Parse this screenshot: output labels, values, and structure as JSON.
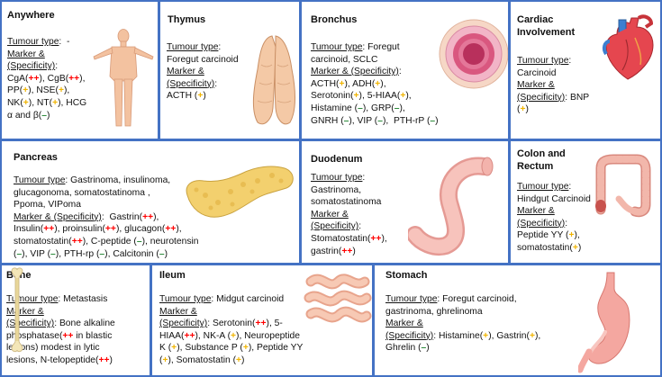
{
  "labels": {
    "tumour_type": "Tumour type",
    "marker": "Marker & (Specificity)"
  },
  "legend_symbols": {
    "high": "++",
    "moderate": "+",
    "negative": "–"
  },
  "colors": {
    "border": "#4472c4",
    "high": "#ff0000",
    "moderate": "#f0b400",
    "negative": "#2e8b3d"
  },
  "organs": {
    "anywhere": {
      "title": "Anywhere",
      "tumour": "-",
      "markers": [
        [
          "CgA",
          "++"
        ],
        [
          "CgB",
          "++"
        ],
        [
          "PP",
          "+"
        ],
        [
          "NSE",
          "+"
        ],
        [
          "NK",
          "+"
        ],
        [
          "NT",
          "+"
        ],
        [
          "HCG α and β",
          "–"
        ]
      ]
    },
    "thymus": {
      "title": "Thymus",
      "tumour": "Foregut carcinoid",
      "markers": [
        [
          "ACTH",
          "+"
        ]
      ]
    },
    "bronchus": {
      "title": "Bronchus",
      "tumour": "Foregut carcinoid, SCLC",
      "markers": [
        [
          "ACTH",
          "+"
        ],
        [
          "ADH",
          "+"
        ],
        [
          "Serotonin",
          "+"
        ],
        [
          "5-HIAA",
          "+"
        ],
        [
          "Histamine",
          "–"
        ],
        [
          "GRP",
          "–"
        ],
        [
          "GNRH",
          "–"
        ],
        [
          "VIP",
          "–"
        ],
        [
          "PTH-rP",
          "–"
        ]
      ]
    },
    "cardiac": {
      "title": "Cardiac Involvement",
      "tumour": "Carcinoid",
      "markers": [
        [
          "BNP",
          "+"
        ]
      ]
    },
    "pancreas": {
      "title": "Pancreas",
      "tumour": "Gastrinoma, insulinoma, glucagonoma, somatostatinoma , Ppoma, VIPoma",
      "markers": [
        [
          "Gastrin",
          "++"
        ],
        [
          "Insulin",
          "++"
        ],
        [
          "proinsulin",
          "++"
        ],
        [
          "glucagon",
          "++"
        ],
        [
          "stomatostatin",
          "++"
        ],
        [
          "C-peptide",
          "–"
        ],
        [
          "neurotensin",
          "–"
        ],
        [
          "VIP",
          "–"
        ],
        [
          "PTH-rp",
          "–"
        ],
        [
          "Calcitonin",
          "–"
        ]
      ]
    },
    "duodenum": {
      "title": "Duodenum",
      "tumour": "Gastrinoma, somatostatinoma",
      "markers": [
        [
          "Stomatostatin",
          "++"
        ],
        [
          "gastrin",
          "++"
        ]
      ]
    },
    "colon": {
      "title": "Colon and Rectum",
      "tumour": "Hindgut Carcinoid",
      "markers": [
        [
          "Peptide YY",
          "+"
        ],
        [
          "somatostatin",
          "+"
        ]
      ]
    },
    "bone": {
      "title": "Bone",
      "tumour": "Metastasis",
      "markers": [
        [
          "Bone alkaline phosphatase",
          "++",
          "in blastic lesions) modest in lytic lesions"
        ],
        [
          "N-telopeptide",
          "++"
        ]
      ]
    },
    "ileum": {
      "title": "Ileum",
      "tumour": "Midgut carcinoid",
      "markers": [
        [
          "Serotonin",
          "++"
        ],
        [
          "5-HIAA",
          "++"
        ],
        [
          "NK-A",
          "+"
        ],
        [
          "Neuropeptide K",
          "+"
        ],
        [
          "Substance P",
          "+"
        ],
        [
          "Peptide YY",
          "+"
        ],
        [
          "Somatostatin",
          "+"
        ]
      ]
    },
    "stomach": {
      "title": "Stomach",
      "tumour": "Foregut carcinoid, gastrinoma, ghrelinoma",
      "markers": [
        [
          "Histamine",
          "+"
        ],
        [
          "Gastrin",
          "+"
        ],
        [
          "Ghrelin",
          "–"
        ]
      ]
    }
  },
  "icons": [
    "human-body-icon",
    "thymus-icon",
    "bronchus-cross-section-icon",
    "heart-icon",
    "pancreas-icon",
    "duodenum-icon",
    "colon-icon",
    "bone-icon",
    "ileum-icon",
    "stomach-icon"
  ]
}
